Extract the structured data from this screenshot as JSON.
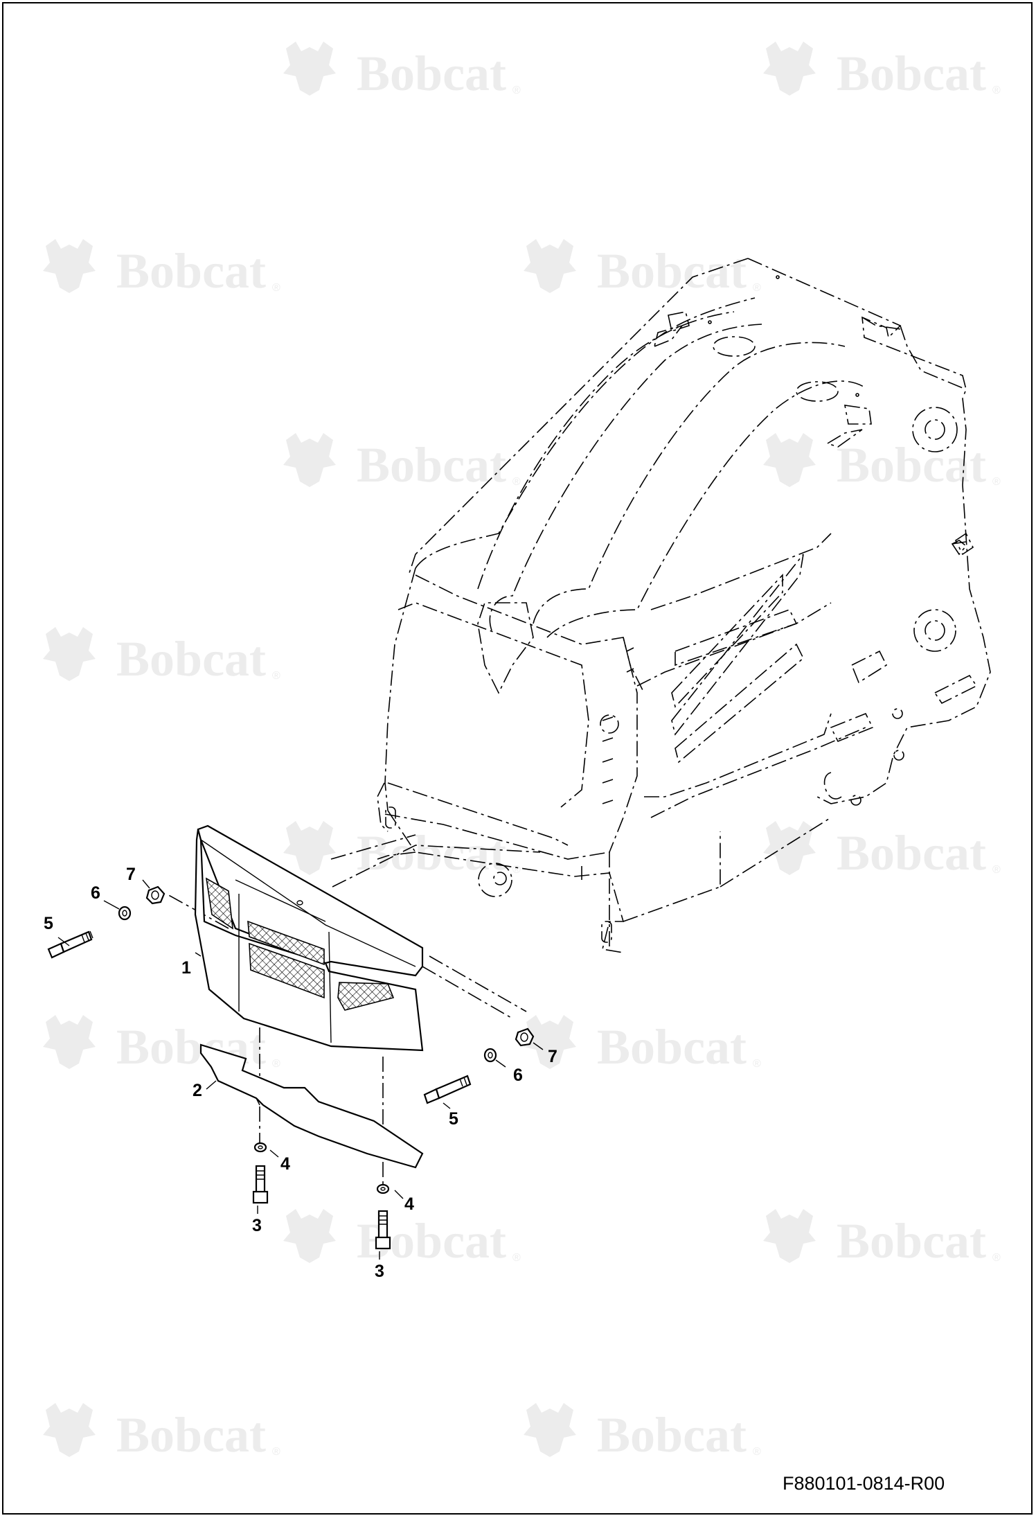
{
  "watermark": {
    "brand": "Bobcat",
    "mark": "®"
  },
  "callouts": [
    {
      "id": "c1",
      "text": "1"
    },
    {
      "id": "c2",
      "text": "2"
    },
    {
      "id": "c3a",
      "text": "3"
    },
    {
      "id": "c3b",
      "text": "3"
    },
    {
      "id": "c4a",
      "text": "4"
    },
    {
      "id": "c4b",
      "text": "4"
    },
    {
      "id": "c5a",
      "text": "5"
    },
    {
      "id": "c5b",
      "text": "5"
    },
    {
      "id": "c6a",
      "text": "6"
    },
    {
      "id": "c6b",
      "text": "6"
    },
    {
      "id": "c7a",
      "text": "7"
    },
    {
      "id": "c7b",
      "text": "7"
    }
  ],
  "figure_id": "F880101-0814-R00",
  "colors": {
    "line": "#000000",
    "watermark": "#ececec",
    "background": "#ffffff"
  }
}
